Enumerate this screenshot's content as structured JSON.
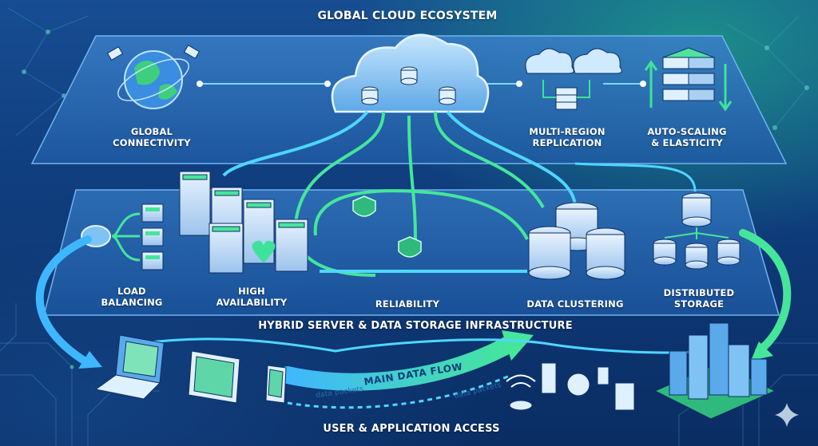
{
  "title": "GLOBAL CLOUD ECOSYSTEM",
  "top_layer": {
    "global_connectivity": [
      "GLOBAL",
      "CONNECTIVITY"
    ],
    "multi_region": [
      "MULTI-REGION",
      "REPLICATION"
    ],
    "auto_scaling": [
      "AUTO-SCALING",
      "& ELASTICITY"
    ]
  },
  "mid_layer": {
    "title": "HYBRID SERVER & DATA STORAGE INFRASTRUCTURE",
    "load_balancing": [
      "LOAD",
      "BALANCING"
    ],
    "high_availability": [
      "HIGH",
      "AVAILABILITY"
    ],
    "reliability": "RELIABILITY",
    "data_clustering": "DATA CLUSTERING",
    "distributed_storage": [
      "DISTRIBUTED",
      "STORAGE"
    ]
  },
  "bottom_layer": {
    "title": "USER & APPLICATION ACCESS",
    "main_flow": "MAIN DATA FLOW",
    "packet_labels": [
      "data packets",
      "data packets"
    ]
  },
  "colors": {
    "accent_green": "#3fe29a",
    "accent_cyan": "#4fd6ff",
    "panel": "#2a66ad",
    "ink": "#0e2f63"
  }
}
